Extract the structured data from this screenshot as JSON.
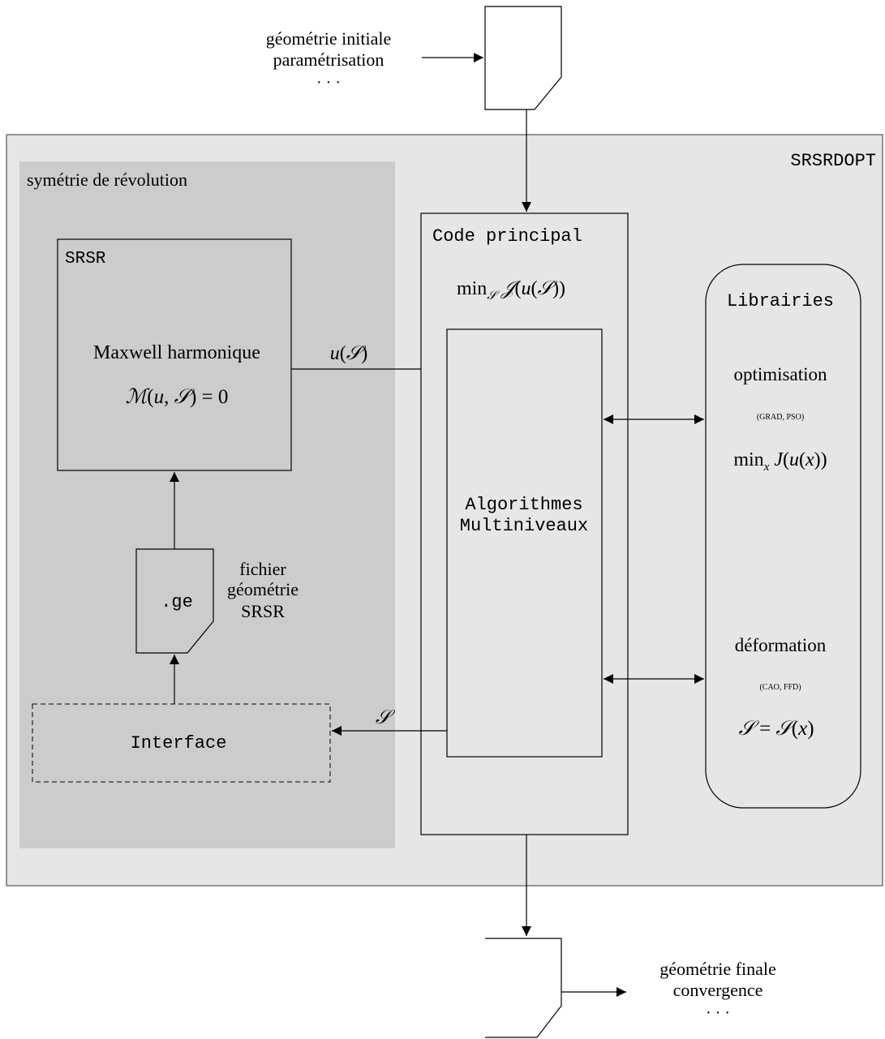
{
  "input_doc": {
    "lines": [
      "géométrie initiale",
      "paramétrisation",
      "· · ·"
    ]
  },
  "output_doc": {
    "lines": [
      "géométrie finale",
      "convergence",
      "· · ·"
    ]
  },
  "outer": {
    "label": "SRSRDOPT",
    "fill": "#e6e6e6"
  },
  "revolution": {
    "label": "symétrie de révolution",
    "fill": "#cccccc"
  },
  "srsr_box": {
    "label": "SRSR",
    "title": "Maxwell harmonique",
    "equation": "M(u, S) = 0"
  },
  "ge_file": {
    "label": ".ge",
    "caption": [
      "fichier",
      "géométrie",
      "SRSR"
    ]
  },
  "interface": {
    "label": "Interface"
  },
  "code_principal": {
    "label": "Code principal",
    "objective": "min_S J(u(S))"
  },
  "algorithms": {
    "lines": [
      "Algorithmes",
      "Multiniveaux"
    ]
  },
  "libraries": {
    "label": "Librairies",
    "optimisation": {
      "title": "optimisation",
      "methods": "(GRAD, PSO)",
      "formula": "min_x J(u(x))"
    },
    "deformation": {
      "title": "déformation",
      "methods": "(CAO, FFD)",
      "formula": "S = S(x)"
    }
  },
  "arrows": {
    "solution_label": "u(S)",
    "shape_label": "S"
  }
}
